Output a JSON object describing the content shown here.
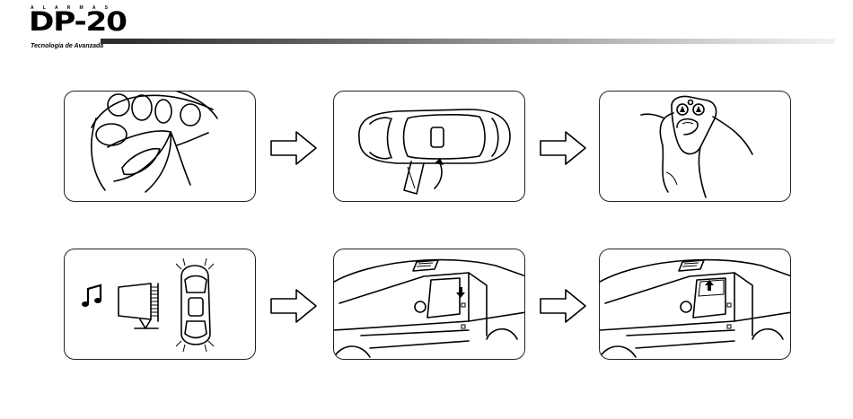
{
  "brand": {
    "top_letters": [
      "A",
      "L",
      "A",
      "R",
      "M",
      "A",
      "S"
    ],
    "name": "DP-20",
    "tagline": "Tecnología de Avanzada"
  },
  "steps": [
    {
      "icon": "ignition-key-icon"
    },
    {
      "icon": "car-door-open-icon"
    },
    {
      "icon": "remote-control-hand-icon"
    },
    {
      "icon": "siren-lights-icon"
    },
    {
      "icon": "window-down-icon"
    },
    {
      "icon": "window-up-icon"
    }
  ],
  "colors": {
    "ink": "#000000",
    "background": "#ffffff",
    "rule_start": "#2a2a2a",
    "rule_end": "#f2f2f2"
  }
}
